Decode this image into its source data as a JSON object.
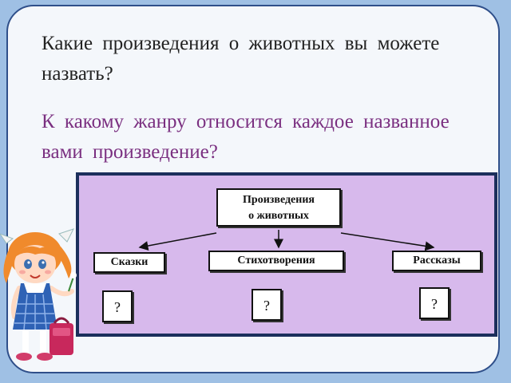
{
  "question_1": "Какие произведения о животных вы можете назвать?",
  "question_2": "К какому жанру относится каждое названное вами произведение?",
  "diagram": {
    "root_line1": "Произведения",
    "root_line2": "о животных",
    "branches": [
      "Сказки",
      "Стихотворения",
      "Рассказы"
    ],
    "unknown": [
      "?",
      "?",
      "?"
    ]
  },
  "colors": {
    "page_background": "#9fc0e4",
    "slide_background": "#f4f7fb",
    "diagram_fill": "#d7b9ec",
    "question_2_text": "#7a2f80"
  },
  "illustration": "cartoon-schoolgirl-with-bows-and-bag"
}
